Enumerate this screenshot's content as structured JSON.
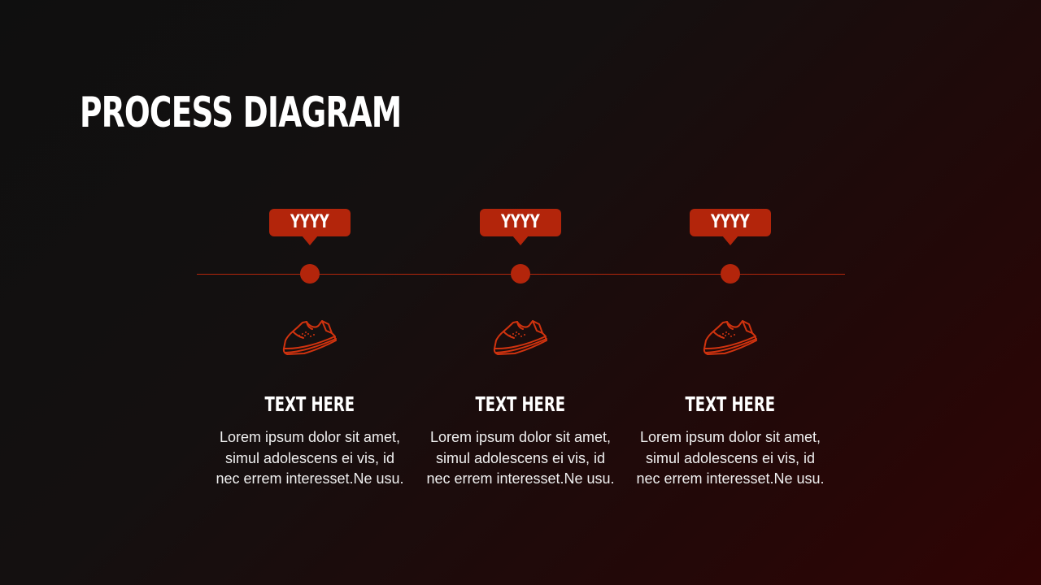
{
  "slide": {
    "title": "PROCESS DIAGRAM"
  },
  "colors": {
    "accent": "#b3250b",
    "text": "#ffffff",
    "background_dark": "#0f0f0f",
    "background_red": "#300404"
  },
  "steps": [
    {
      "tag": "YYYY",
      "icon": "sneaker-icon",
      "title": "TEXT HERE",
      "description": "Lorem ipsum dolor sit amet, simul adolescens ei vis, id nec errem interesset.Ne  usu."
    },
    {
      "tag": "YYYY",
      "icon": "sneaker-icon",
      "title": "TEXT HERE",
      "description": "Lorem ipsum dolor sit amet, simul adolescens ei vis, id nec errem interesset.Ne  usu."
    },
    {
      "tag": "YYYY",
      "icon": "sneaker-icon",
      "title": "TEXT HERE",
      "description": "Lorem ipsum dolor sit amet, simul adolescens ei vis, id nec errem interesset.Ne  usu."
    }
  ]
}
